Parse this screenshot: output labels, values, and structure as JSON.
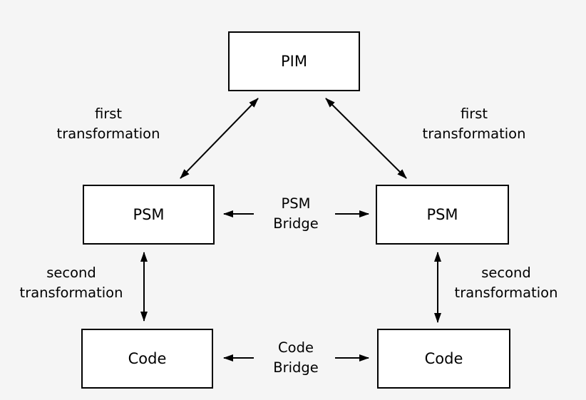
{
  "nodes": {
    "pim": "PIM",
    "psm_left": "PSM",
    "psm_right": "PSM",
    "code_left": "Code",
    "code_right": "Code"
  },
  "labels": {
    "first_left": [
      "first",
      "transformation"
    ],
    "first_right": [
      "first",
      "transformation"
    ],
    "second_left": [
      "second",
      "transformation"
    ],
    "second_right": [
      "second",
      "transformation"
    ],
    "psm_bridge": [
      "PSM",
      "Bridge"
    ],
    "code_bridge": [
      "Code",
      "Bridge"
    ]
  }
}
